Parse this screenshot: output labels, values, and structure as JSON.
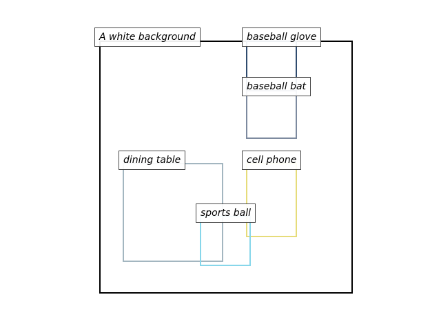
{
  "diagram": {
    "background_label": "A white background",
    "objects": [
      {
        "label": "baseball glove",
        "color": "#2f4b6e"
      },
      {
        "label": "baseball bat",
        "color": "#7d8a9f"
      },
      {
        "label": "dining table",
        "color": "#a3b6c0"
      },
      {
        "label": "cell phone",
        "color": "#e6dc7a"
      },
      {
        "label": "sports ball",
        "color": "#87d6ea"
      }
    ]
  }
}
